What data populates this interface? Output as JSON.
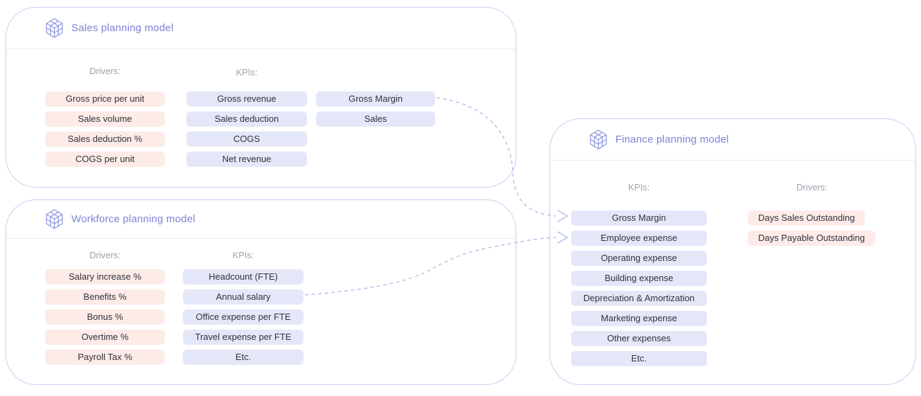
{
  "colors": {
    "accent": "#7b83d7",
    "icon": "#9096df",
    "card-border": "#c9cdf1",
    "divider": "#e8eaf7",
    "driver-bg": "#fdebe7",
    "kpi-bg": "#e4e7f8",
    "pill-text": "#2f323a",
    "label-text": "#9ba1ad",
    "connector": "#b6bce7",
    "page-bg": "#ffffff"
  },
  "models": [
    {
      "id": "sales",
      "title": "Sales planning model",
      "drivers_label": "Drivers:",
      "kpis_label": "KPIs:",
      "drivers": [
        "Gross price per unit",
        "Sales volume",
        "Sales deduction %",
        "COGS per unit"
      ],
      "kpis": [
        "Gross revenue",
        "Sales deduction",
        "COGS",
        "Net revenue"
      ],
      "outputs": [
        "Gross Margin",
        "Sales"
      ]
    },
    {
      "id": "workforce",
      "title": "Workforce planning model",
      "drivers_label": "Drivers:",
      "kpis_label": "KPIs:",
      "drivers": [
        "Salary increase %",
        "Benefits %",
        "Bonus %",
        "Overtime %",
        "Payroll Tax %"
      ],
      "kpis": [
        "Headcount (FTE)",
        "Annual salary",
        "Office expense per FTE",
        "Travel expense per FTE",
        "Etc."
      ]
    },
    {
      "id": "finance",
      "title": "Finance planning model",
      "kpis_label": "KPIs:",
      "drivers_label": "Drivers:",
      "kpis": [
        "Gross Margin",
        "Employee expense",
        "Operating expense",
        "Building expense",
        "Depreciation & Amortization",
        "Marketing expense",
        "Other expenses",
        "Etc."
      ],
      "drivers": [
        "Days Sales Outstanding",
        "Days Payable Outstanding"
      ]
    }
  ],
  "connections": [
    {
      "from_model": "Sales planning model",
      "from_item": "Gross Margin",
      "to_model": "Finance planning model",
      "to_item": "Gross Margin",
      "style": "dashed-arrow"
    },
    {
      "from_model": "Workforce planning model",
      "from_item": "Annual salary",
      "to_model": "Finance planning model",
      "to_item": "Employee expense",
      "style": "dashed-arrow"
    }
  ]
}
